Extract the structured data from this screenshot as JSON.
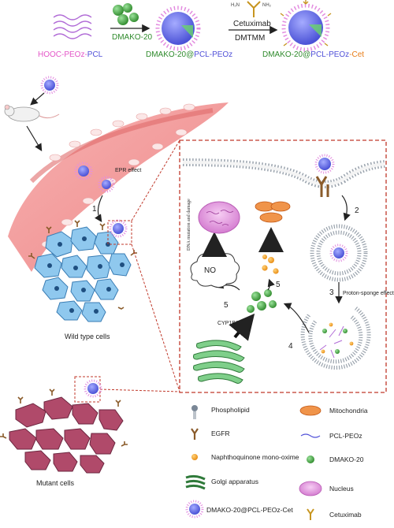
{
  "top": {
    "polymer_label_part1": "HOOC-PEOz-",
    "polymer_label_part2": "PCL",
    "step1_reagent": "DMAKO-20",
    "np1_label_part1": "DMAKO-20@",
    "np1_label_part2": "PCL-PEOz",
    "ligand_left": "H₂N",
    "ligand_right": "NH₂",
    "step2_reagent": "Cetuximab",
    "step2_catalyst": "DMTMM",
    "np2_label_part1": "DMAKO-20@",
    "np2_label_part2": "PCL-PEOz",
    "np2_label_part3": "-Cet"
  },
  "middle": {
    "epr_label": "EPR effect",
    "step1_num": "1",
    "wild_label": "Wild type cells",
    "mutant_label": "Mutant cells"
  },
  "inset": {
    "step2_num": "2",
    "step3_num": "3",
    "step4_num": "4",
    "step5a_num": "5",
    "step5b_num": "5",
    "proton_label": "Proton-sponge effect",
    "cyp_label": "CYP1B1",
    "no_label": "NO",
    "dna_label": "DNA mutation and damage"
  },
  "legend": {
    "phospholipid": "Phospholipid",
    "mitochondria": "Mitochondria",
    "egfr": "EGFR",
    "pcl_peoz": "PCL-PEOz",
    "naphtho": "Naphthoquinone mono-oxime",
    "dmako": "DMAKO-20",
    "golgi": "Golgi apparatus",
    "nucleus": "Nucleus",
    "nanoparticle": "DMAKO-20@PCL-PEOz-Cet",
    "cetuximab": "Cetuximab"
  },
  "colors": {
    "pink_label": "#e455c8",
    "green_label": "#2f8a2c",
    "blue_label": "#5050d8",
    "orange_label": "#e77c16",
    "np_core": "#6a72e8",
    "vessel": "#f39a9a",
    "dashed_box": "#c0392b"
  }
}
